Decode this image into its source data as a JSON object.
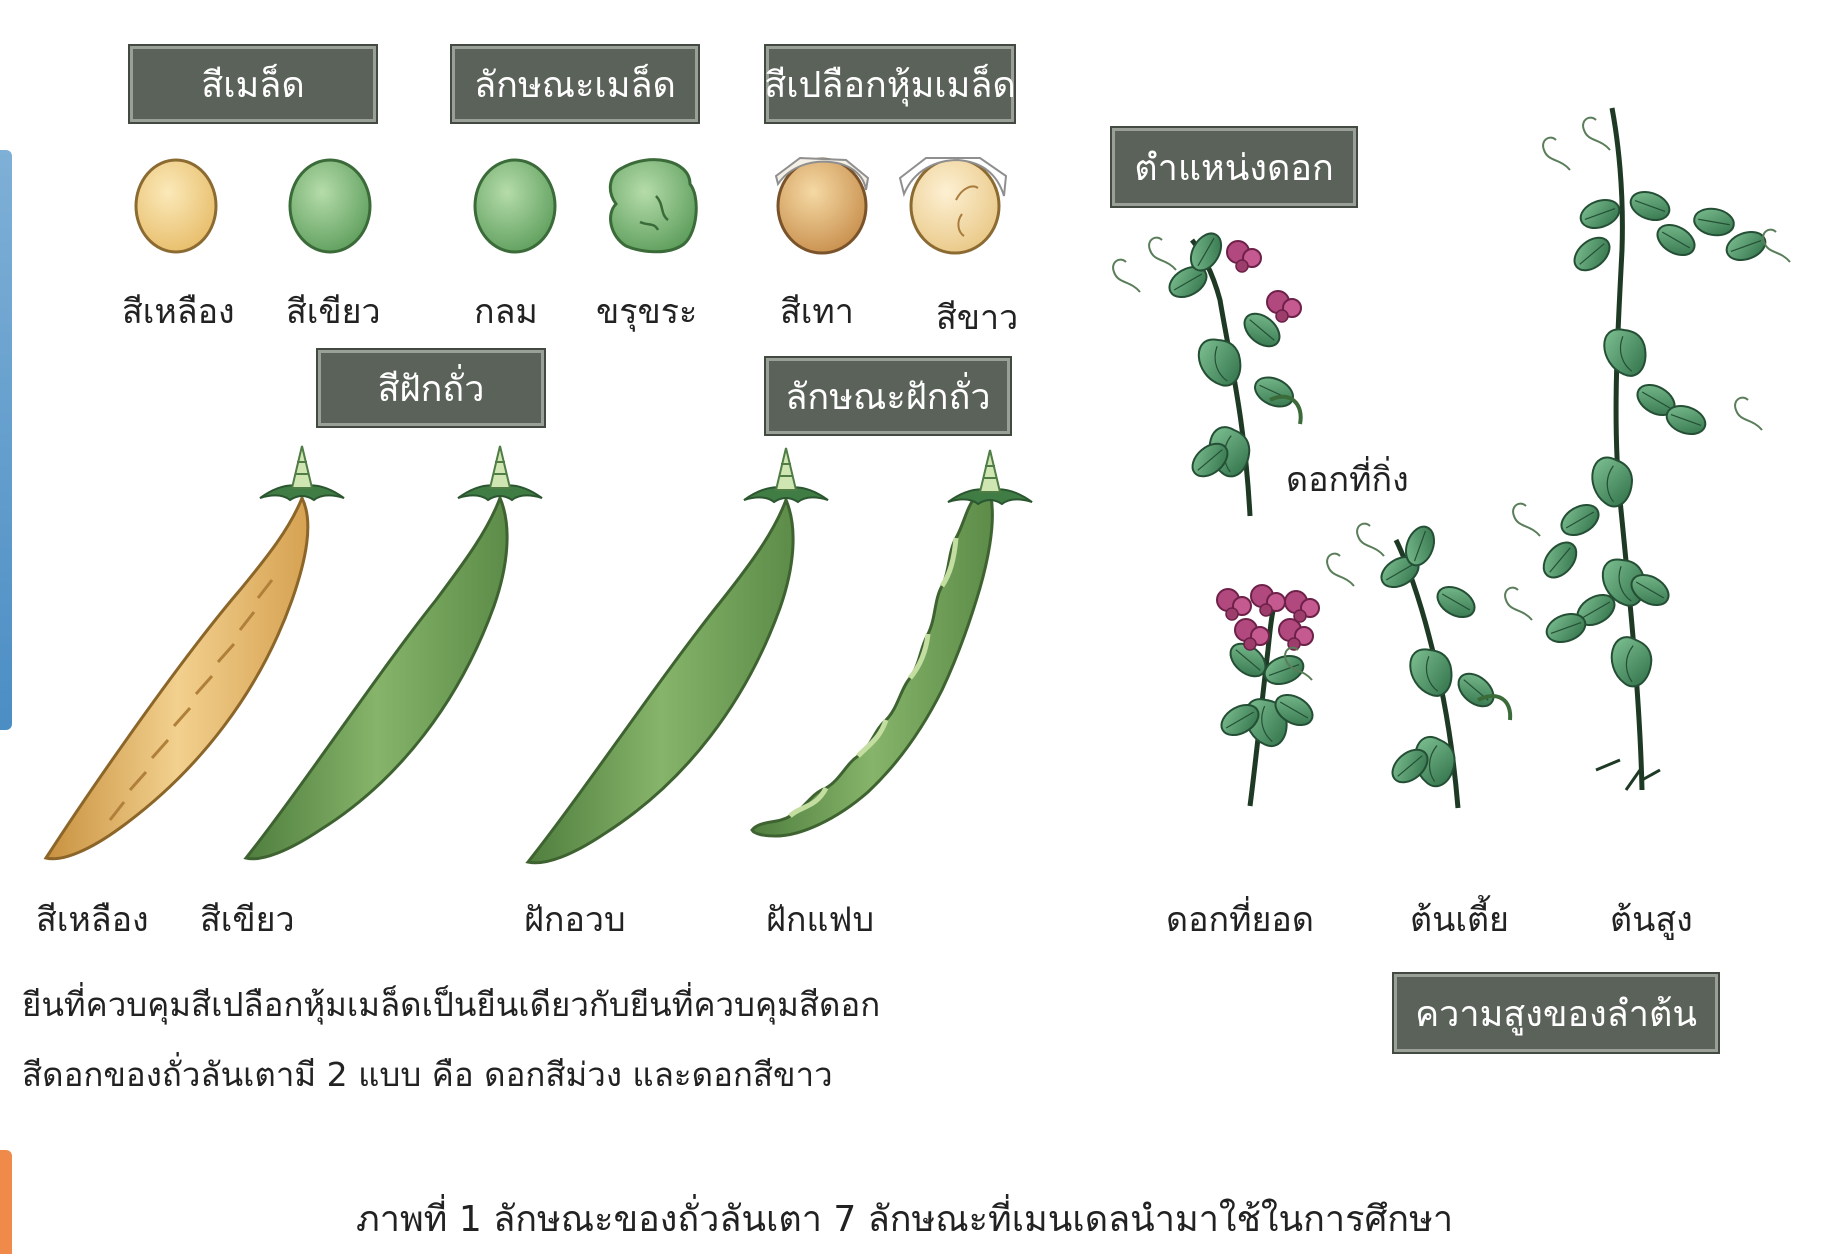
{
  "headers": {
    "seed_color": "สีเมล็ด",
    "seed_shape": "ลักษณะเมล็ด",
    "seed_coat_color": "สีเปลือกหุ้มเมล็ด",
    "flower_position": "ตำแหน่งดอก",
    "pod_color": "สีฝักถั่ว",
    "pod_shape": "ลักษณะฝักถั่ว",
    "stem_height": "ความสูงของลำต้น"
  },
  "seed_labels": {
    "yellow": "สีเหลือง",
    "green": "สีเขียว",
    "round": "กลม",
    "wrinkled": "ขรุขระ",
    "gray": "สีเทา",
    "white": "สีขาว"
  },
  "pod_labels": {
    "yellow": "สีเหลือง",
    "green": "สีเขียว",
    "inflated": "ฝักอวบ",
    "constricted": "ฝักแฟบ"
  },
  "plant_labels": {
    "axial": "ดอกที่กิ่ง",
    "terminal": "ดอกที่ยอด",
    "dwarf": "ต้นเตี้ย",
    "tall": "ต้นสูง"
  },
  "notes": {
    "line1": "ยีนที่ควบคุมสีเปลือกหุ้มเมล็ดเป็นยีนเดียวกับยีนที่ควบคุมสีดอก",
    "line2": "สีดอกของถั่วลันเตามี 2 แบบ คือ ดอกสีม่วง และดอกสีขาว"
  },
  "caption": "ภาพที่ 1 ลักษณะของถั่วลันเตา 7 ลักษณะที่เมนเดลนำมาใช้ในการศึกษา",
  "colors": {
    "header_bg": "#5b6259",
    "seed_yellow": "#f0cf87",
    "seed_green": "#7fb879",
    "coat_gray": "#d9a864",
    "coat_white": "#f3dcae",
    "pod_yellow": "#e3b56a",
    "pod_green": "#6fa05a",
    "leaf_green": "#3f8a5c",
    "flower_purple": "#b1497e"
  }
}
